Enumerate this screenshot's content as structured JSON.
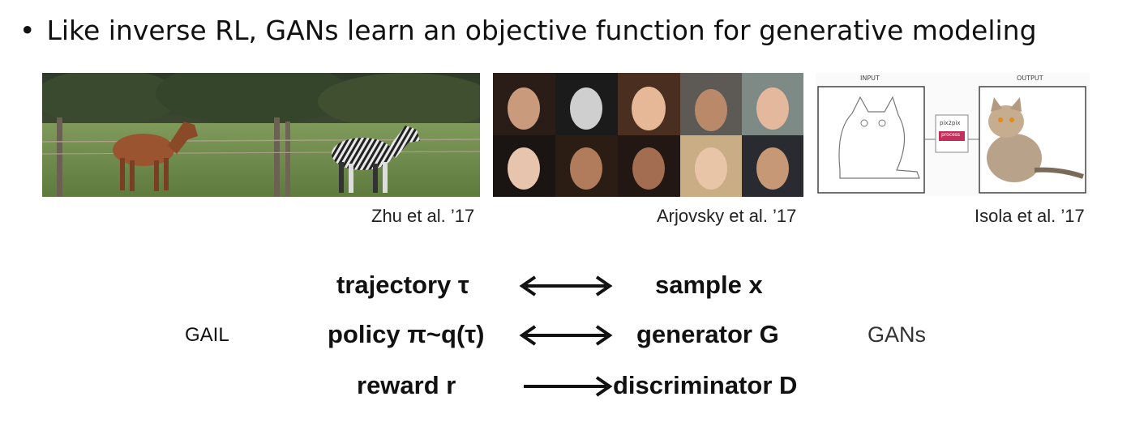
{
  "bullet": {
    "symbol": "•",
    "text": "Like inverse RL, GANs learn an objective function for generative modeling"
  },
  "images": {
    "horse_zebra": {
      "caption": "Zhu et al. ’17"
    },
    "faces": {
      "caption": "Arjovsky et al. ’17"
    },
    "pix2pix": {
      "input_label": "INPUT",
      "output_label": "OUTPUT",
      "box_label": "pix2pix",
      "button_label": "process",
      "caption": "Isola et al. ’17"
    }
  },
  "mapping": {
    "rows": [
      {
        "left": "trajectory τ",
        "right": "sample x",
        "arrow": "double"
      },
      {
        "left": "policy π~q(τ)",
        "right": "generator G",
        "arrow": "double"
      },
      {
        "left": "reward r",
        "right": "discriminator D",
        "arrow": "single"
      }
    ],
    "left_label": "GAIL",
    "right_label": "GANs"
  }
}
